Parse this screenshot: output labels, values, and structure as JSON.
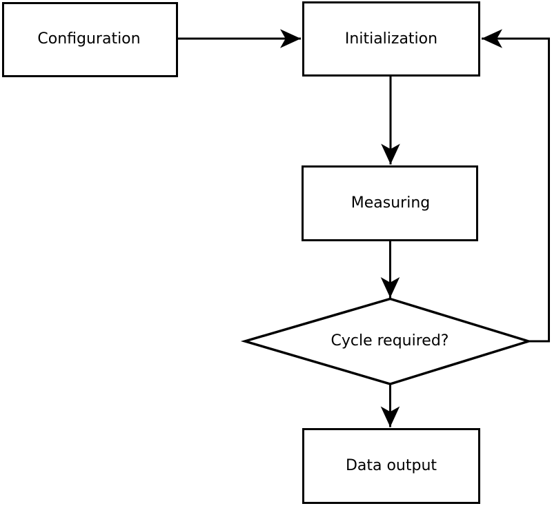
{
  "diagram": {
    "type": "flowchart",
    "colors": {
      "background": "#ffffff",
      "line": "#000000",
      "node_fill": "#ffffff",
      "text": "#000000"
    },
    "nodes": [
      {
        "id": "configuration",
        "shape": "rectangle",
        "label": "Configuration"
      },
      {
        "id": "initialization",
        "shape": "rectangle",
        "label": "Initialization"
      },
      {
        "id": "measuring",
        "shape": "rectangle",
        "label": "Measuring"
      },
      {
        "id": "cycle_required",
        "shape": "diamond",
        "label": "Cycle required?"
      },
      {
        "id": "data_output",
        "shape": "rectangle",
        "label": "Data output"
      }
    ],
    "edges": [
      {
        "from": "configuration",
        "to": "initialization",
        "style": "solid-arrow"
      },
      {
        "from": "initialization",
        "to": "measuring",
        "style": "solid-arrow"
      },
      {
        "from": "measuring",
        "to": "cycle_required",
        "style": "solid-arrow"
      },
      {
        "from": "cycle_required",
        "to": "data_output",
        "style": "solid-arrow"
      },
      {
        "from": "cycle_required",
        "to": "initialization",
        "style": "solid-arrow",
        "kind": "feedback-loop"
      }
    ]
  }
}
